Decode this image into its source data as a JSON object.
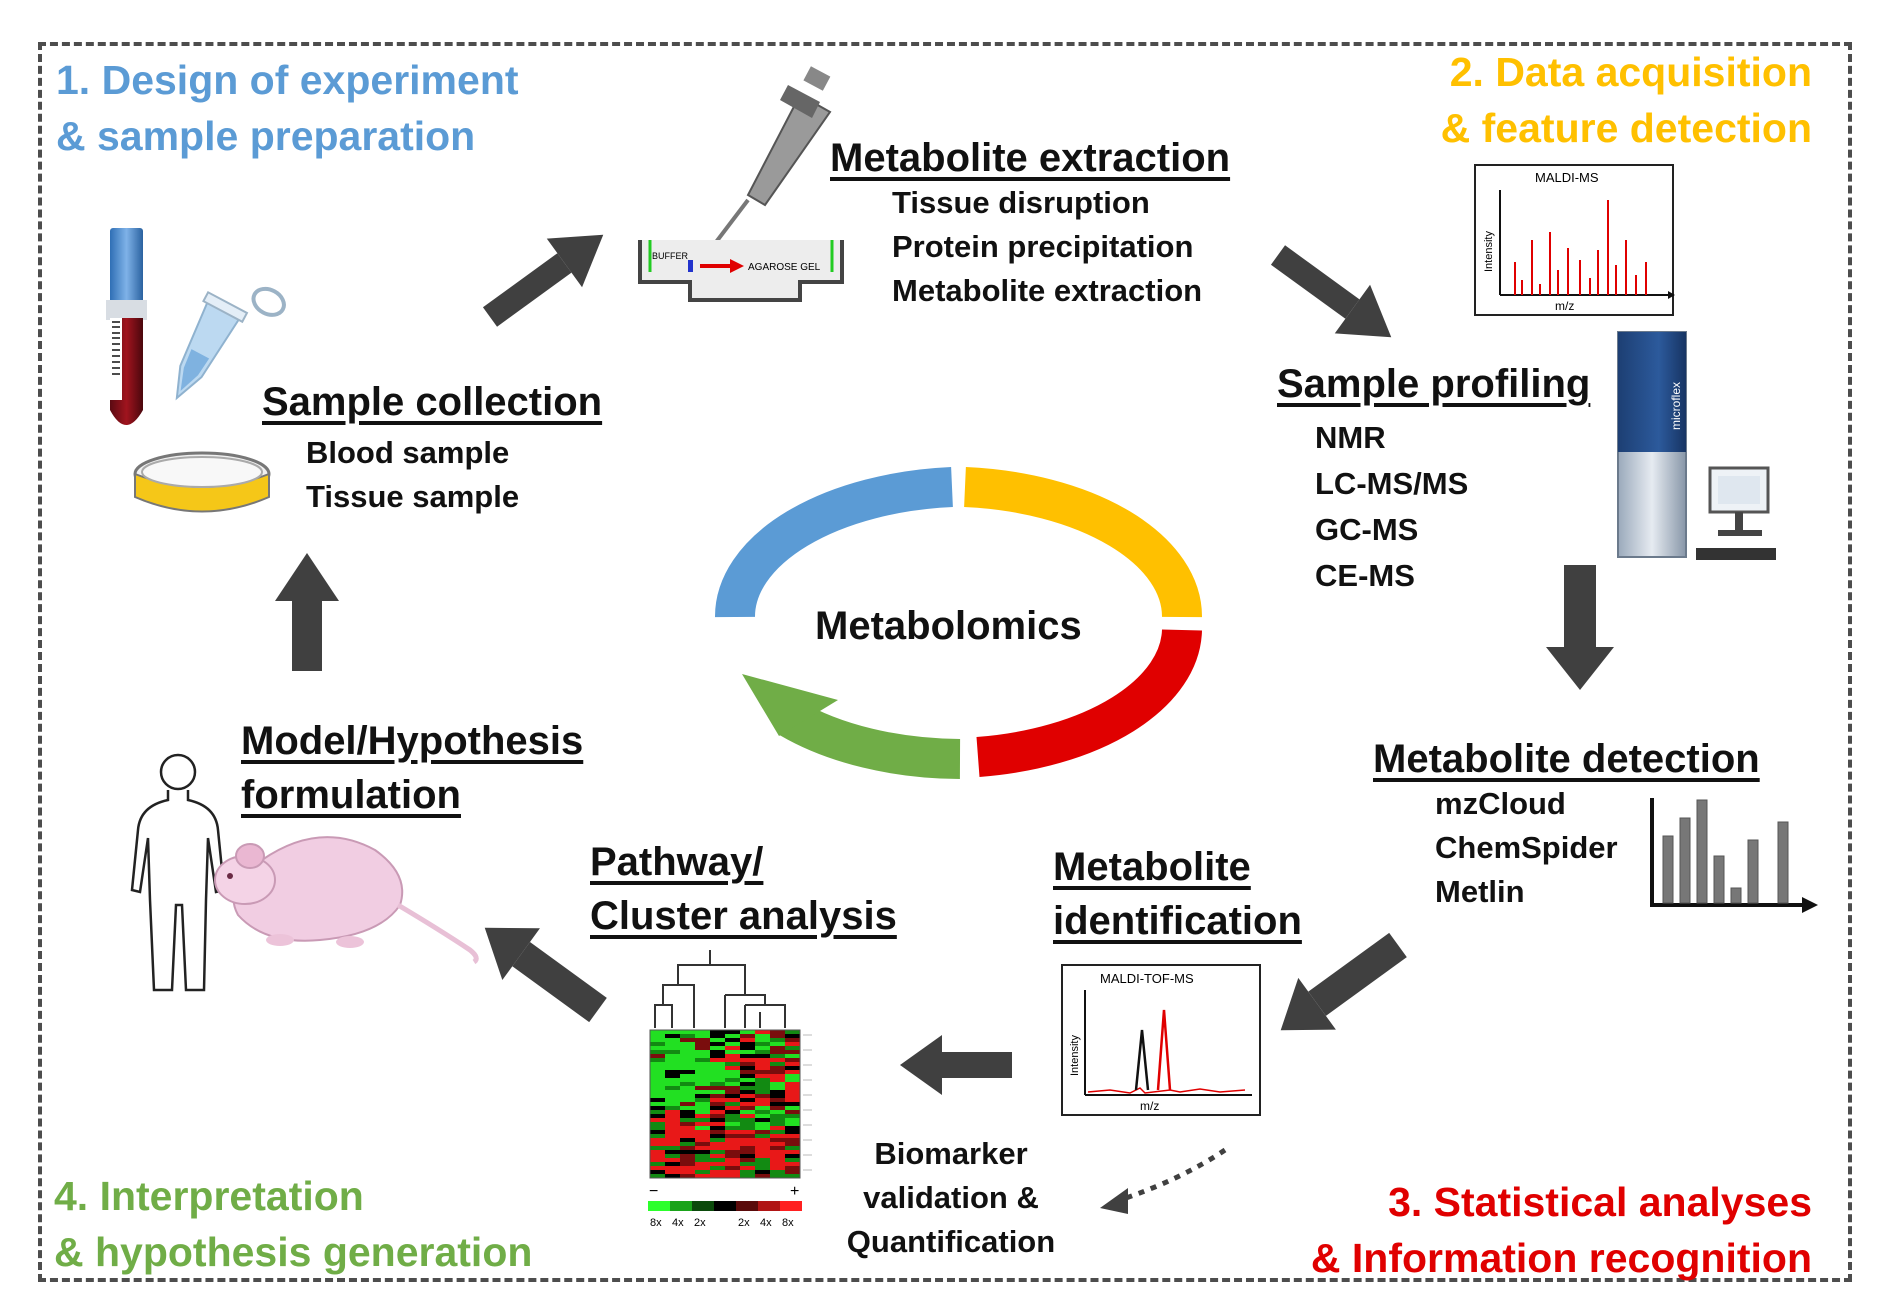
{
  "phases": {
    "p1": {
      "line1": "1. Design of experiment",
      "line2": "& sample preparation",
      "color": "#5b9bd5"
    },
    "p2": {
      "line1": "2. Data acquisition",
      "line2": "& feature detection",
      "color": "#ffc000"
    },
    "p3": {
      "line1": "3. Statistical analyses",
      "line2": "& Information recognition",
      "color": "#e00000"
    },
    "p4": {
      "line1": "4. Interpretation",
      "line2": "& hypothesis generation",
      "color": "#70ad47"
    }
  },
  "center": {
    "label": "Metabolomics"
  },
  "steps": {
    "sample_collection": {
      "title": "Sample collection",
      "items": [
        "Blood sample",
        "Tissue sample"
      ]
    },
    "metabolite_extraction": {
      "title": "Metabolite extraction",
      "items": [
        "Tissue disruption",
        "Protein precipitation",
        "Metabolite extraction"
      ]
    },
    "sample_profiling": {
      "title": "Sample profiling",
      "items": [
        "NMR",
        "LC-MS/MS",
        "GC-MS",
        "CE-MS"
      ]
    },
    "metabolite_detection": {
      "title": "Metabolite detection",
      "items": [
        "mzCloud",
        "ChemSpider",
        "Metlin"
      ]
    },
    "metabolite_identification": {
      "line1": "Metabolite",
      "line2": "identification"
    },
    "biomarker": {
      "line1": "Biomarker",
      "line2": "validation &",
      "line3": "Quantification"
    },
    "pathway": {
      "line1": "Pathway/",
      "line2": "Cluster analysis"
    },
    "model": {
      "line1": "Model/Hypothesis",
      "line2": "formulation"
    }
  },
  "graphics": {
    "maldi_ms": {
      "title": "MALDI-MS",
      "ylabel": "Intensity",
      "xlabel": "m/z"
    },
    "maldi_tof": {
      "title": "MALDI-TOF-MS",
      "ylabel": "Intensity",
      "xlabel": "m/z"
    },
    "gel": {
      "buffer": "BUFFER",
      "gel": "AGAROSE GEL"
    },
    "instrument": {
      "brand": "microflex"
    },
    "heatmap_scale": {
      "minus": "−",
      "plus": "+",
      "ticks": [
        "8x",
        "4x",
        "2x",
        "",
        "2x",
        "4x",
        "8x"
      ]
    }
  },
  "colors": {
    "arrow": "#404040",
    "blue": "#5b9bd5",
    "orange": "#ffc000",
    "red": "#e00000",
    "green": "#70ad47"
  }
}
